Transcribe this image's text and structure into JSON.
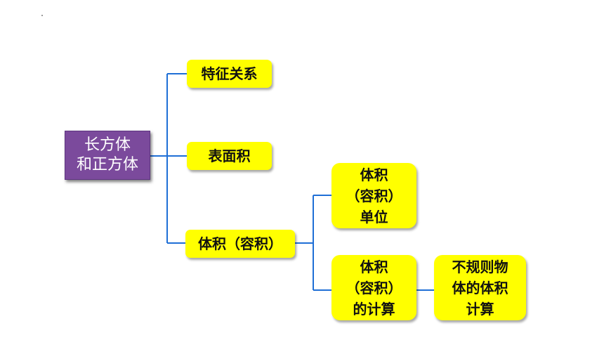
{
  "root": {
    "line1": "长方体",
    "line2": "和正方体"
  },
  "branches": [
    {
      "label": "特征关系"
    },
    {
      "label": "表面积"
    },
    {
      "label": "体积（容积）"
    }
  ],
  "volume_children": [
    {
      "lines": [
        "体积",
        "（容积）",
        "单位"
      ]
    },
    {
      "lines": [
        "体积",
        "（容积）",
        "的计算"
      ]
    }
  ],
  "irregular": {
    "lines": [
      "不规则物",
      "体的体积",
      "计算"
    ]
  },
  "colors": {
    "root_fill": "#7b4a9c",
    "root_text": "#ffffff",
    "node_fill": "#ffff00",
    "node_text": "#111111",
    "connector": "#1f6fd6"
  }
}
